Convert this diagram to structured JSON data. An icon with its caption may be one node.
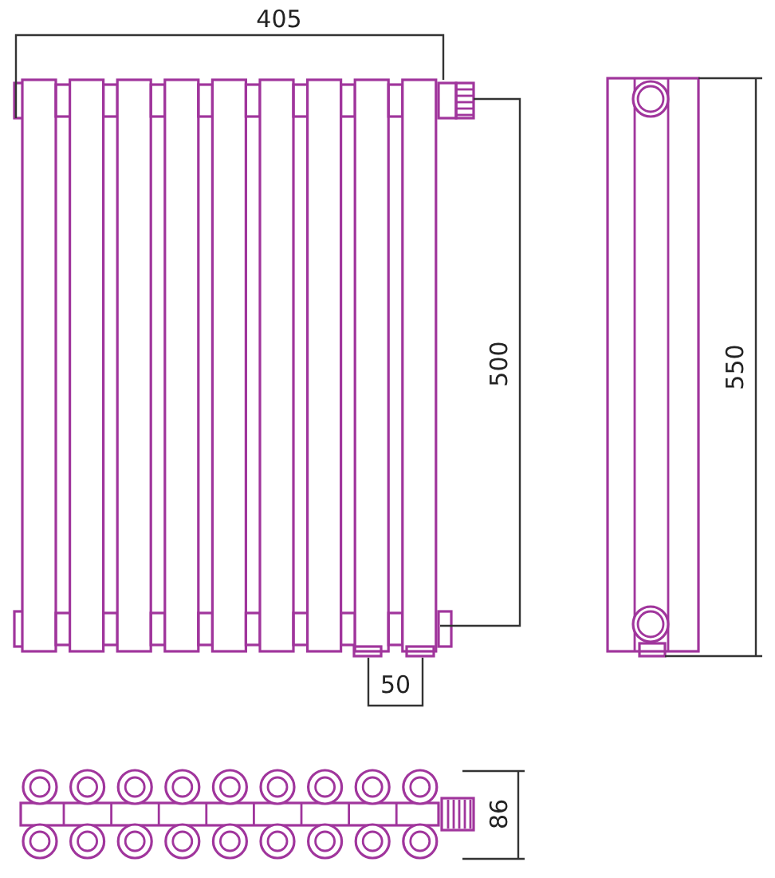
{
  "diagram": {
    "labels": [
      "405",
      "500",
      "550",
      "50",
      "86"
    ]
  }
}
